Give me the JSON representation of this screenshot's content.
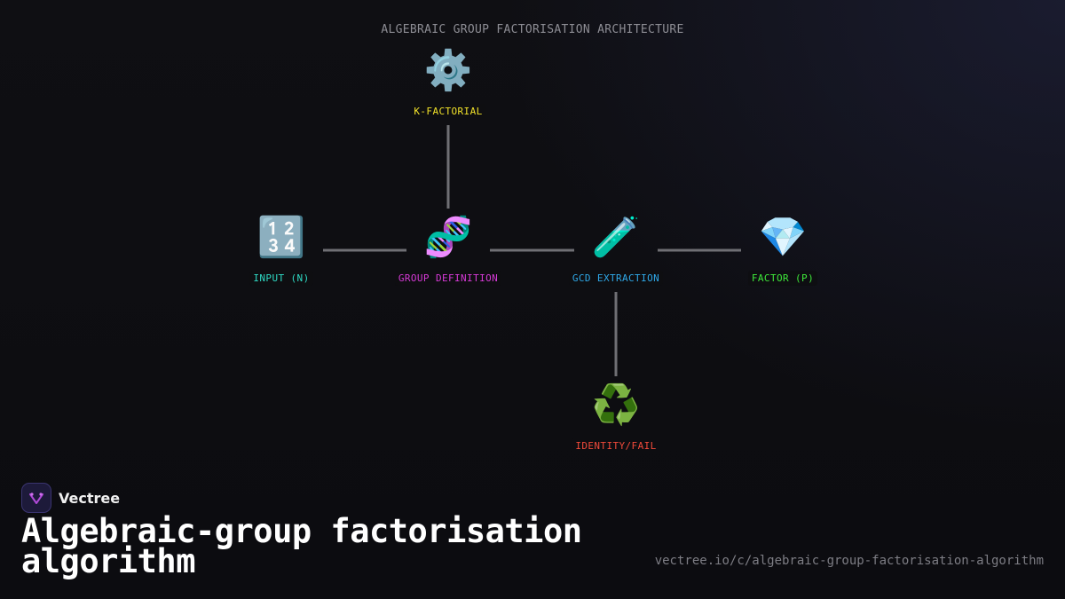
{
  "diagram": {
    "title": "ALGEBRAIC GROUP FACTORISATION ARCHITECTURE",
    "nodes": [
      {
        "id": "k_factorial",
        "label": "K-FACTORIAL",
        "icon": "gear-icon",
        "glyph": "⚙️",
        "color": "#f2e22a"
      },
      {
        "id": "input",
        "label": "INPUT (N)",
        "icon": "numbers-icon",
        "glyph": "🔢",
        "color": "#2fd9c4"
      },
      {
        "id": "group_definition",
        "label": "GROUP DEFINITION",
        "icon": "dna-icon",
        "glyph": "🧬",
        "color": "#d63ad6"
      },
      {
        "id": "gcd_extraction",
        "label": "GCD EXTRACTION",
        "icon": "test-tube-icon",
        "glyph": "🧪",
        "color": "#2fa8e8"
      },
      {
        "id": "factor",
        "label": "FACTOR (P)",
        "icon": "gem-icon",
        "glyph": "💎",
        "color": "#3ee83a"
      },
      {
        "id": "identity_fail",
        "label": "IDENTITY/FAIL",
        "icon": "recycle-icon",
        "glyph": "♻️",
        "color": "#f04a3a"
      }
    ],
    "edges": [
      {
        "from": "k_factorial",
        "to": "group_definition"
      },
      {
        "from": "input",
        "to": "group_definition"
      },
      {
        "from": "group_definition",
        "to": "gcd_extraction"
      },
      {
        "from": "gcd_extraction",
        "to": "factor"
      },
      {
        "from": "gcd_extraction",
        "to": "identity_fail"
      }
    ],
    "edge_color": "#6f6f74"
  },
  "footer": {
    "brand": "Vectree",
    "title": "Algebraic-group factorisation algorithm",
    "url": "vectree.io/c/algebraic-group-factorisation-algorithm"
  }
}
